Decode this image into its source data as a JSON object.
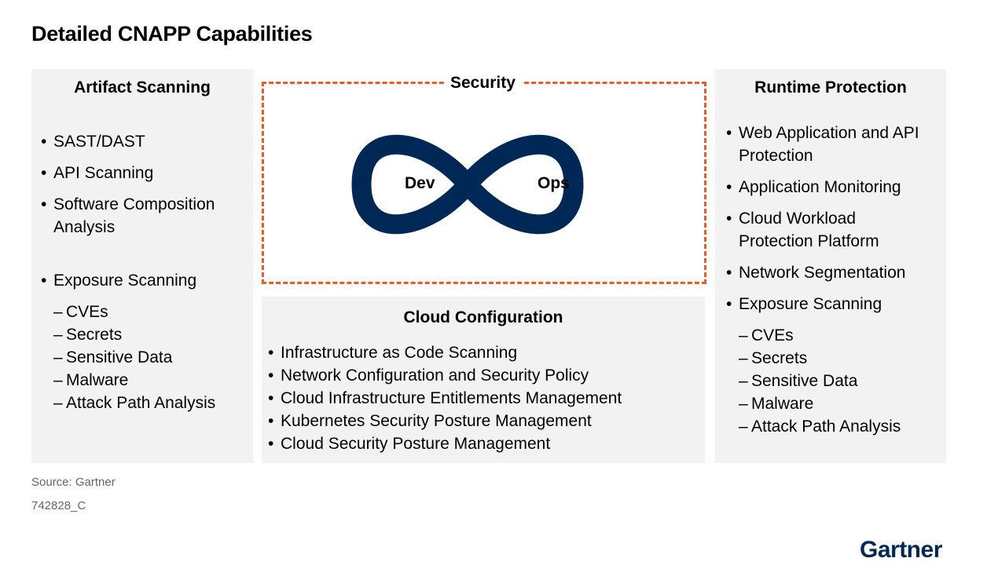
{
  "title": "Detailed CNAPP Capabilities",
  "artifact": {
    "heading": "Artifact Scanning",
    "items": [
      "SAST/DAST",
      "API Scanning",
      "Software Composition Analysis",
      "Exposure Scanning"
    ],
    "sub": [
      "CVEs",
      "Secrets",
      "Sensitive Data",
      "Malware",
      "Attack Path Analysis"
    ]
  },
  "security": {
    "label": "Security",
    "dev": "Dev",
    "ops": "Ops",
    "border_color": "#f15a22",
    "loop_color": "#002856"
  },
  "cloud": {
    "heading": "Cloud Configuration",
    "items": [
      "Infrastructure as Code Scanning",
      "Network Configuration and Security Policy",
      "Cloud Infrastructure Entitlements Management",
      "Kubernetes Security Posture Management",
      "Cloud Security Posture Management"
    ]
  },
  "runtime": {
    "heading": "Runtime Protection",
    "items": [
      "Web Application and API Protection",
      "Application Monitoring",
      "Cloud Workload Protection Platform",
      "Network Segmentation",
      "Exposure Scanning"
    ],
    "sub": [
      "CVEs",
      "Secrets",
      "Sensitive Data",
      "Malware",
      "Attack Path Analysis"
    ]
  },
  "footer": {
    "source": "Source: Gartner",
    "code": "742828_C",
    "logo": "Gartner"
  }
}
